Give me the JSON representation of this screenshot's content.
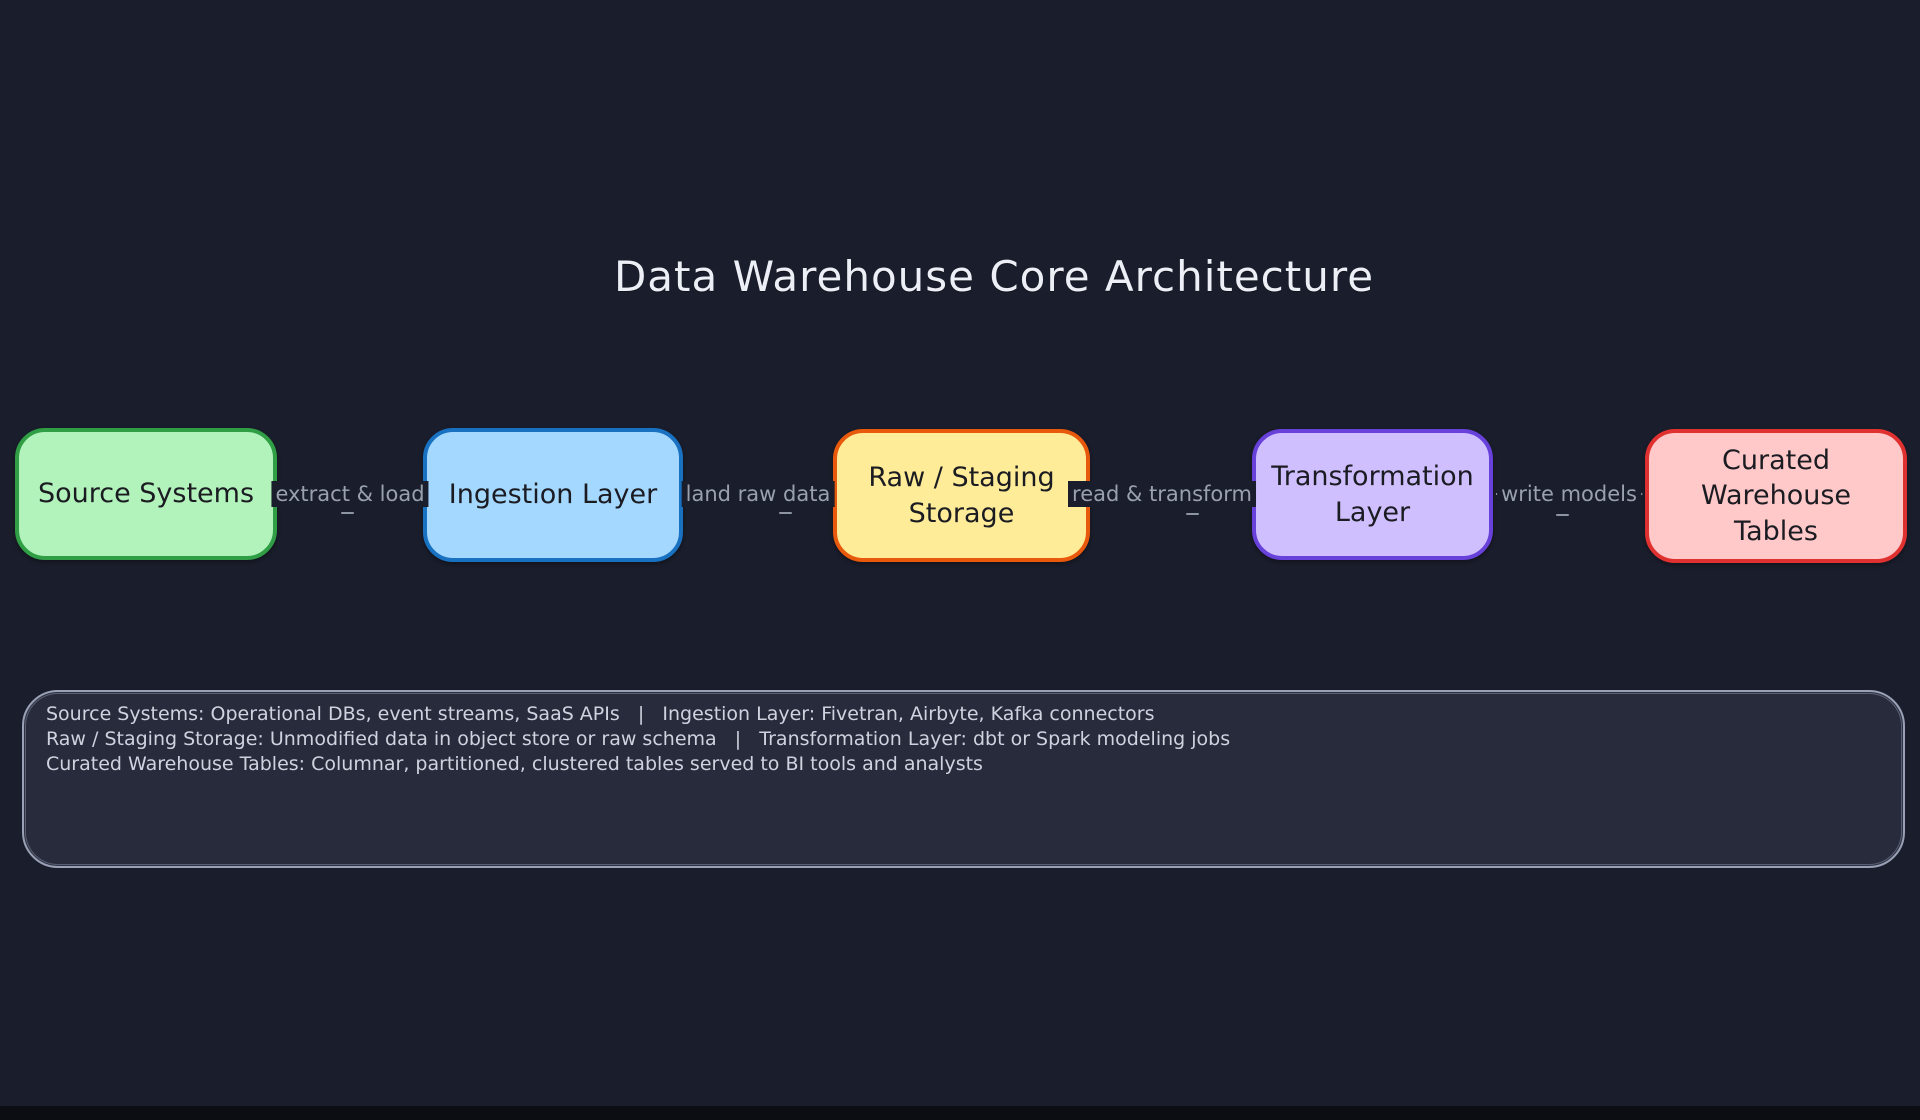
{
  "title": "Data Warehouse Core Architecture",
  "canvas": {
    "background": "#1a1d2b",
    "bottom_bar_color": "#0b0d13",
    "title_color": "#eceff5",
    "edge_label_color": "#9aa1ae",
    "node_text_color": "#1b1b22"
  },
  "nodes": [
    {
      "id": "source-systems",
      "label": "Source Systems",
      "fill": "#b2f2bb",
      "stroke": "#2f9e44"
    },
    {
      "id": "ingestion-layer",
      "label": "Ingestion Layer",
      "fill": "#a5d8ff",
      "stroke": "#1971c2"
    },
    {
      "id": "raw-staging",
      "label": "Raw / Staging Storage",
      "fill": "#ffec99",
      "stroke": "#e8590c"
    },
    {
      "id": "transformation",
      "label": "Transformation Layer",
      "fill": "#d0bfff",
      "stroke": "#6741d9"
    },
    {
      "id": "curated-tables",
      "label": "Curated Warehouse Tables",
      "fill": "#ffc9c9",
      "stroke": "#e03131"
    }
  ],
  "edges": [
    {
      "from": "source-systems",
      "to": "ingestion-layer",
      "label": "extract & load"
    },
    {
      "from": "ingestion-layer",
      "to": "raw-staging",
      "label": "land raw data"
    },
    {
      "from": "raw-staging",
      "to": "transformation",
      "label": "read & transform"
    },
    {
      "from": "transformation",
      "to": "curated-tables",
      "label": "write models"
    }
  ],
  "note": {
    "fill": "#272b3c",
    "border": "#9aa0b5",
    "text_color": "#cfd3df",
    "lines": [
      "Source Systems: Operational DBs, event streams, SaaS APIs   |   Ingestion Layer: Fivetran, Airbyte, Kafka connectors",
      "Raw / Staging Storage: Unmodified data in object store or raw schema   |   Transformation Layer: dbt or Spark modeling jobs",
      "Curated Warehouse Tables: Columnar, partitioned, clustered tables served to BI tools and analysts"
    ]
  }
}
